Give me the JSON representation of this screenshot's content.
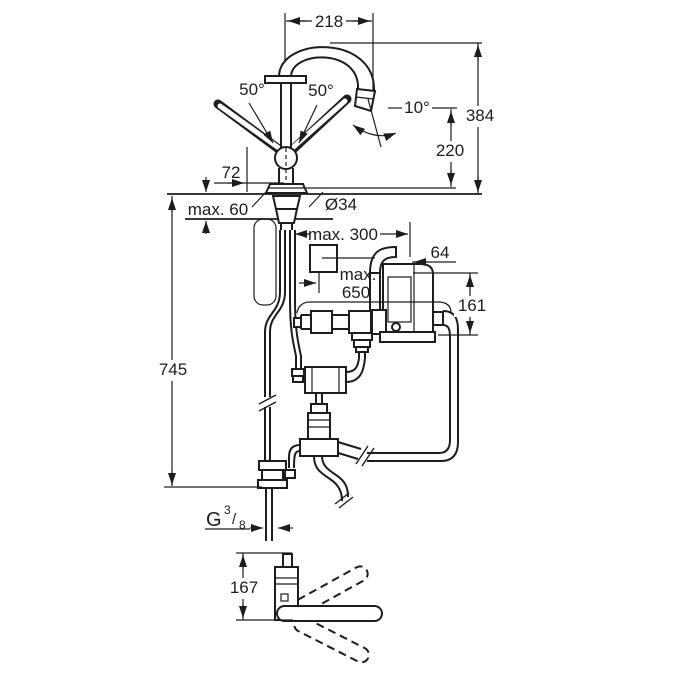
{
  "drawing": {
    "background": "#ffffff",
    "ink": "#1d1d1d",
    "subject": "Pull-out kitchen faucet technical installation drawing with under-counter control box, hoses and plan view of spout swivel",
    "views": [
      "side elevation with dimensions",
      "plan view of spout"
    ]
  },
  "labels": {
    "spout_reach": "218",
    "lever_angle_left": "50°",
    "lever_angle_right": "50°",
    "outlet_angle": "10°",
    "total_height": "384",
    "outlet_height": "220",
    "lever_offset": "72",
    "deck_thickness": "max. 60",
    "hole_diameter": "Ø34",
    "box_distance": "max. 300",
    "box_top_width": "64",
    "cable_max": "max.",
    "cable_len": "650",
    "box_height": "161",
    "hose_drop": "745",
    "thread_g": "G",
    "thread_sup": "3",
    "thread_slash": "/",
    "thread_sub": "8",
    "plan_reach": "167"
  }
}
